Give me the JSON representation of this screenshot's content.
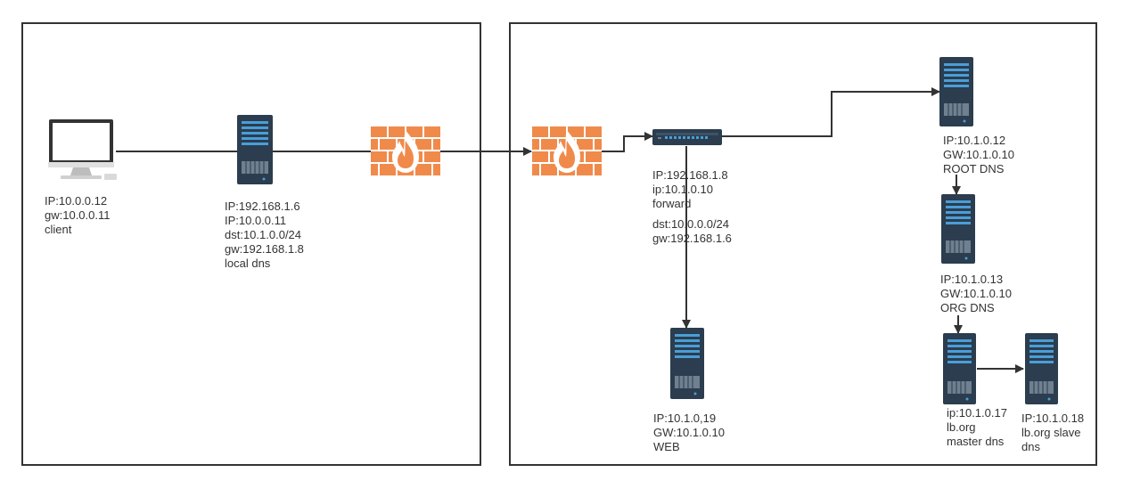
{
  "colors": {
    "server_body": "#2b3d4e",
    "server_accent": "#4a9ed8",
    "server_grill": "#6f8090",
    "firewall": "#f08a4b",
    "firewall_flame": "#ffffff",
    "line": "#333333",
    "monitor_frame": "#333333",
    "monitor_stand": "#c8c8c8"
  },
  "icons": {
    "client": "desktop-computer-icon",
    "server": "server-rack-icon",
    "firewall": "firewall-brick-icon",
    "switch": "network-switch-icon"
  },
  "nodes": {
    "client": {
      "lines": [
        "IP:10.0.0.12",
        "gw:10.0.0.11",
        "client"
      ]
    },
    "local_dns": {
      "lines": [
        "IP:192.168.1.6",
        "IP:10.0.0.11",
        "dst:10.1.0.0/24",
        "gw:192.168.1.8",
        "local dns"
      ]
    },
    "forward": {
      "lines": [
        "IP:192.168.1.8",
        "ip:10.1.0.10",
        "forward"
      ]
    },
    "forward_route": {
      "lines": [
        "dst:10.0.0.0/24",
        "gw:192.168.1.6"
      ]
    },
    "web": {
      "lines": [
        "IP:10.1.0,19",
        "GW:10.1.0.10",
        "WEB"
      ]
    },
    "root_dns": {
      "lines": [
        "IP:10.1.0.12",
        "GW:10.1.0.10",
        "ROOT DNS"
      ]
    },
    "org_dns": {
      "lines": [
        "IP:10.1.0.13",
        "GW:10.1.0.10",
        "ORG DNS"
      ]
    },
    "master_dns": {
      "lines": [
        "ip:10.1.0.17",
        "lb.org",
        "master dns"
      ]
    },
    "slave_dns": {
      "lines": [
        "IP:10.1.0.18",
        "lb.org  slave",
        "dns"
      ]
    }
  }
}
